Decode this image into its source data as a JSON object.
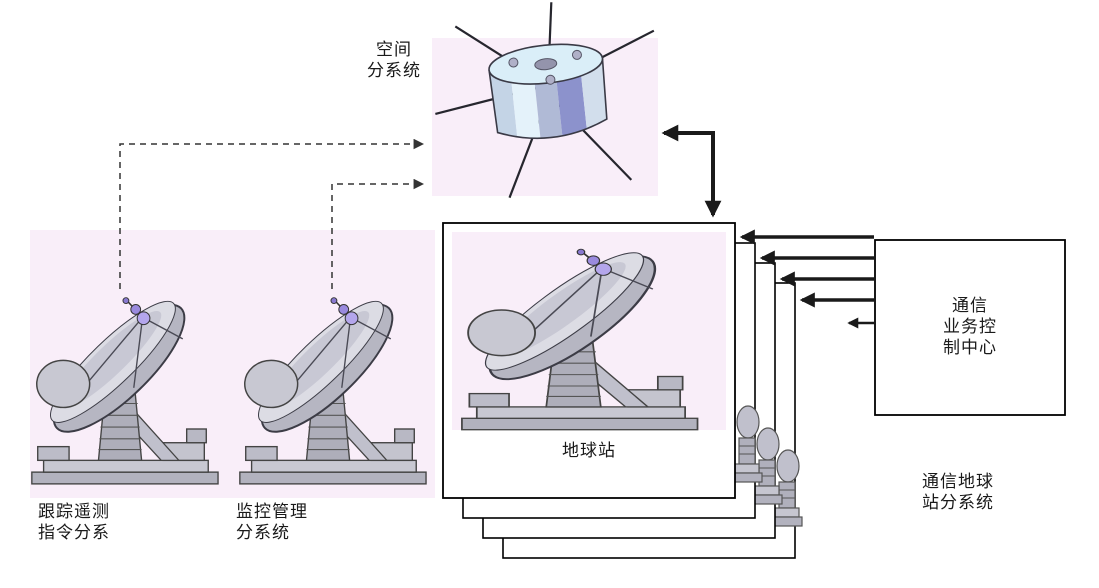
{
  "diagram": {
    "type": "satellite-communication-system-architecture",
    "labels": {
      "space_subsystem": "空间\n分系统",
      "tracking_telemetry_command": "跟踪遥测\n指令分系",
      "monitoring_management": "监控管理\n分系统",
      "earth_station": "地球站",
      "comm_service_control_center": "通信\n业务控\n制中心",
      "comm_earth_station_subsystem": "通信地球\n站分系统"
    },
    "icons": {
      "satellite": "satellite-icon",
      "dish_tracking": "dish-antenna-icon",
      "dish_monitoring": "dish-antenna-icon",
      "dish_earth_station": "dish-antenna-icon"
    },
    "colors": {
      "background": "#ffffff",
      "panel_tint": "#f9eef9",
      "box_border": "#000000",
      "arrow": "#1a1a1a",
      "dashed_arrow": "#333333",
      "satellite_body_blue": "#daeef8",
      "satellite_band_purple": "#8c92cc",
      "dish_gray": "#b6b6c2",
      "feed_purple": "#b4a6ec"
    }
  }
}
